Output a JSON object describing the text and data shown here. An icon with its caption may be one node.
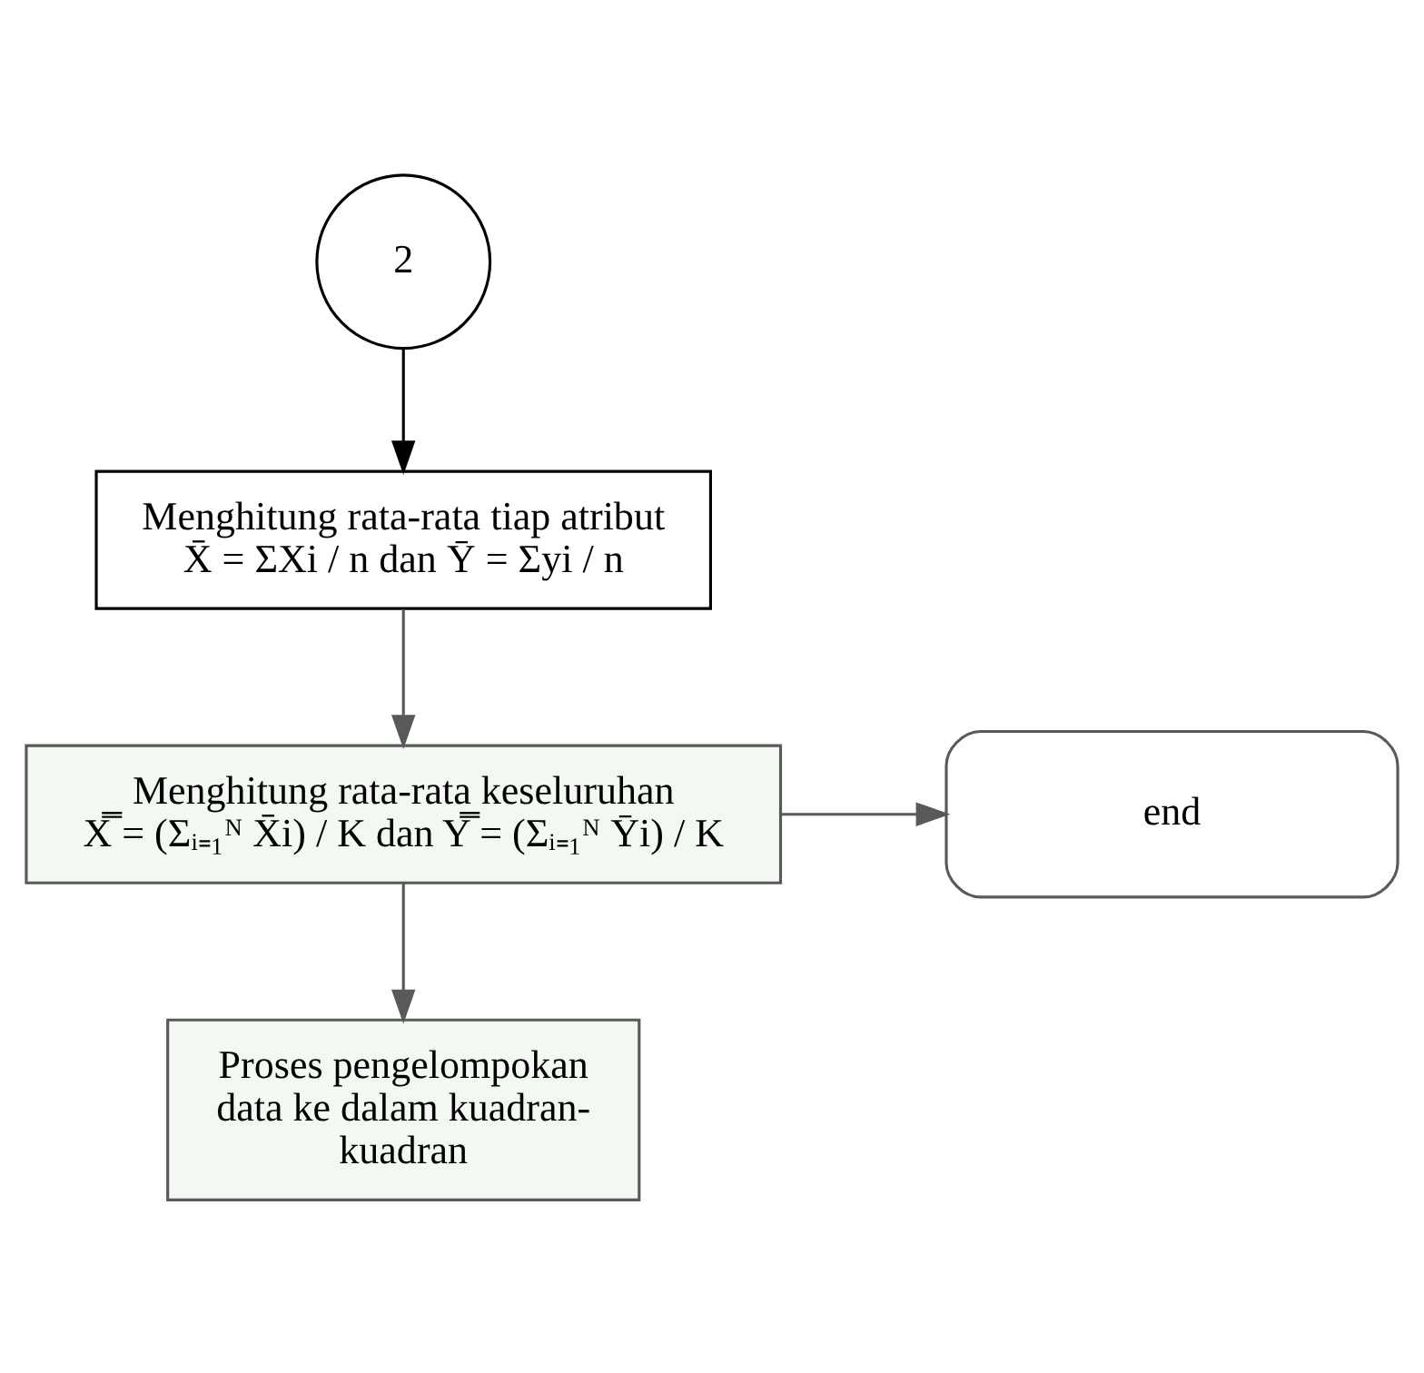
{
  "diagram": {
    "nodes": [
      {
        "text": [
          "2"
        ]
      },
      {
        "text": [
          "Menghitung rata-rata tiap atribut",
          "X̄ = ΣXi / n dan Ȳ = Σyi / n"
        ]
      },
      {
        "text": [
          "Menghitung rata-rata keseluruhan",
          "X̿ = (Σᵢ₌₁ᴺ X̄i) / K dan Y̿ = (Σᵢ₌₁ᴺ Ȳi) / K"
        ]
      },
      {
        "text": [
          "end"
        ]
      },
      {
        "text": [
          "Proses pengelompokan data ke dalam kuadran-kuadran"
        ]
      }
    ],
    "edges": [
      {
        "from": 0,
        "to": 1,
        "arrow": "to",
        "color": "#000000"
      },
      {
        "from": 1,
        "to": 2,
        "arrow": "to"
      },
      {
        "from": 2,
        "to": 3,
        "arrow": "to"
      },
      {
        "from": 2,
        "to": 4,
        "arrow": "to"
      }
    ]
  }
}
